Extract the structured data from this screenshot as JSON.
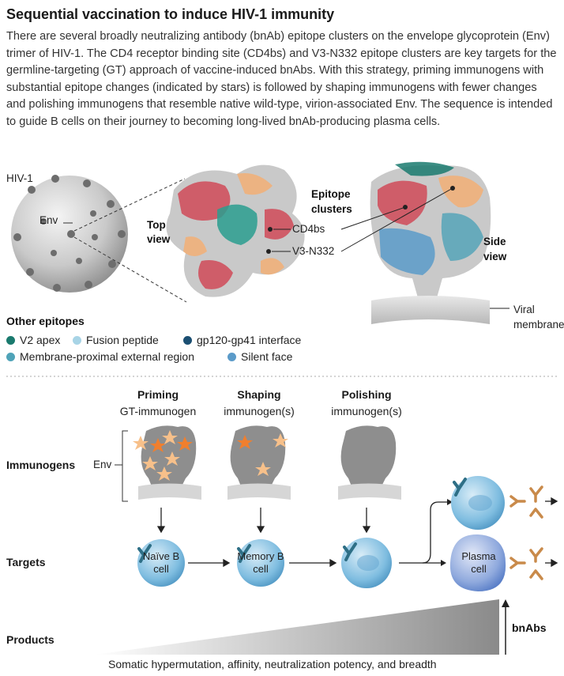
{
  "title": "Sequential vaccination to induce HIV-1 immunity",
  "intro": "There are several broadly neutralizing antibody (bnAb) epitope clusters on the envelope glycoprotein (Env) trimer of HIV-1. The CD4 receptor binding site (CD4bs) and V3-N332 epitope clusters are key targets for the germline-targeting (GT) approach of vaccine-induced bnAbs. With this strategy, priming immunogens with substantial epitope changes (indicated by stars) is followed by shaping immunogens with fewer changes and polishing immunogens that resemble native wild-type, virion-associated Env. The sequence is intended to guide B cells on their journey to becoming long-lived bnAb-producing plasma cells.",
  "top": {
    "hiv_label": "HIV-1",
    "env_label": "Env",
    "top_view_label": "Top view",
    "epitope_clusters_label": "Epitope clusters",
    "cd4bs_label": "CD4bs",
    "v3_label": "V3-N332",
    "side_view_label": "Side view",
    "viral_membrane_label": "Viral membrane"
  },
  "other_epitopes": {
    "heading": "Other epitopes",
    "items": [
      {
        "label": "V2 apex",
        "color": "#1a7a6e"
      },
      {
        "label": "Fusion peptide",
        "color": "#a8d4e6"
      },
      {
        "label": "gp120-gp41 interface",
        "color": "#1b4f72"
      },
      {
        "label": "Membrane-proximal external region",
        "color": "#4fa3b8"
      },
      {
        "label": "Silent face",
        "color": "#5b9bc9"
      }
    ]
  },
  "stages": [
    {
      "heading": "Priming",
      "sub": "GT-immunogen"
    },
    {
      "heading": "Shaping",
      "sub": "immunogen(s)"
    },
    {
      "heading": "Polishing",
      "sub": "immunogen(s)"
    }
  ],
  "rows": {
    "immunogens": "Immunogens",
    "targets": "Targets",
    "products": "Products"
  },
  "env_bracket_label": "Env",
  "cells": {
    "naive": "Naïve B cell",
    "memory": "Memory B cell",
    "plasma": "Plasma cell"
  },
  "bnabs_label": "bnAbs",
  "gradient_caption": "Somatic hypermutation, affinity, neutralization potency, and breadth",
  "colors": {
    "red_epitope": "#d04a58",
    "orange_epitope": "#f0b07a",
    "teal_epitope": "#2a9d8f",
    "star_dark": "#f07f2e",
    "star_light": "#f7c08a",
    "cell_blue": "#7fbde0",
    "antibody_teal": "#2e6f86",
    "antibody_orange": "#c98a4a"
  }
}
